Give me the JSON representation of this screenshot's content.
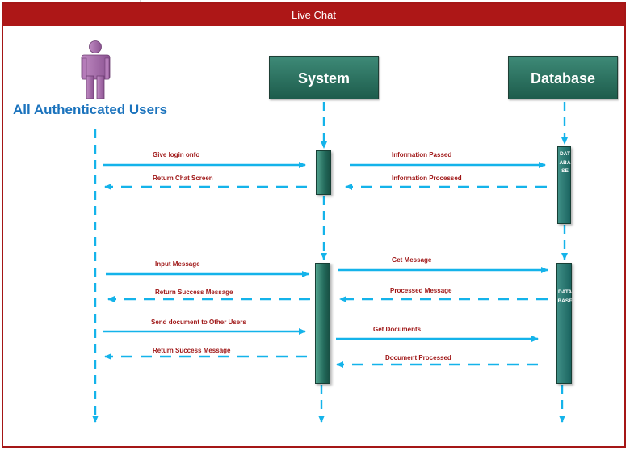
{
  "diagram": {
    "title": "Live Chat",
    "actors": {
      "user": "All Authenticated Users",
      "system": "System",
      "database": "Database"
    },
    "database_bar_label": "DATABASE",
    "messages": [
      {
        "label": "Give login onfo",
        "from": "user",
        "to": "system",
        "style": "solid"
      },
      {
        "label": "Return Chat Screen",
        "from": "system",
        "to": "user",
        "style": "dashed"
      },
      {
        "label": "Information Passed",
        "from": "system",
        "to": "database",
        "style": "solid"
      },
      {
        "label": "Information Processed",
        "from": "database",
        "to": "system",
        "style": "dashed"
      },
      {
        "label": "Input Message",
        "from": "user",
        "to": "system",
        "style": "solid"
      },
      {
        "label": "Return  Success Message",
        "from": "system",
        "to": "user",
        "style": "dashed"
      },
      {
        "label": "Send document to Other Users",
        "from": "user",
        "to": "system",
        "style": "solid"
      },
      {
        "label": "Return  Success Message",
        "from": "system",
        "to": "user",
        "style": "dashed"
      },
      {
        "label": "Get Message",
        "from": "system",
        "to": "database",
        "style": "solid"
      },
      {
        "label": "Processed Message",
        "from": "database",
        "to": "system",
        "style": "dashed"
      },
      {
        "label": "Get Documents",
        "from": "system",
        "to": "database",
        "style": "solid"
      },
      {
        "label": "Document Processed",
        "from": "database",
        "to": "system",
        "style": "dashed"
      }
    ],
    "colors": {
      "frame": "#ad1717",
      "arrow": "#14b3ea",
      "message_text": "#9e1414",
      "actor_label": "#1b73bd",
      "lifeline_box": "#2e7463",
      "user_figure": "#a46fa8"
    },
    "icons": [
      "person-icon"
    ]
  }
}
